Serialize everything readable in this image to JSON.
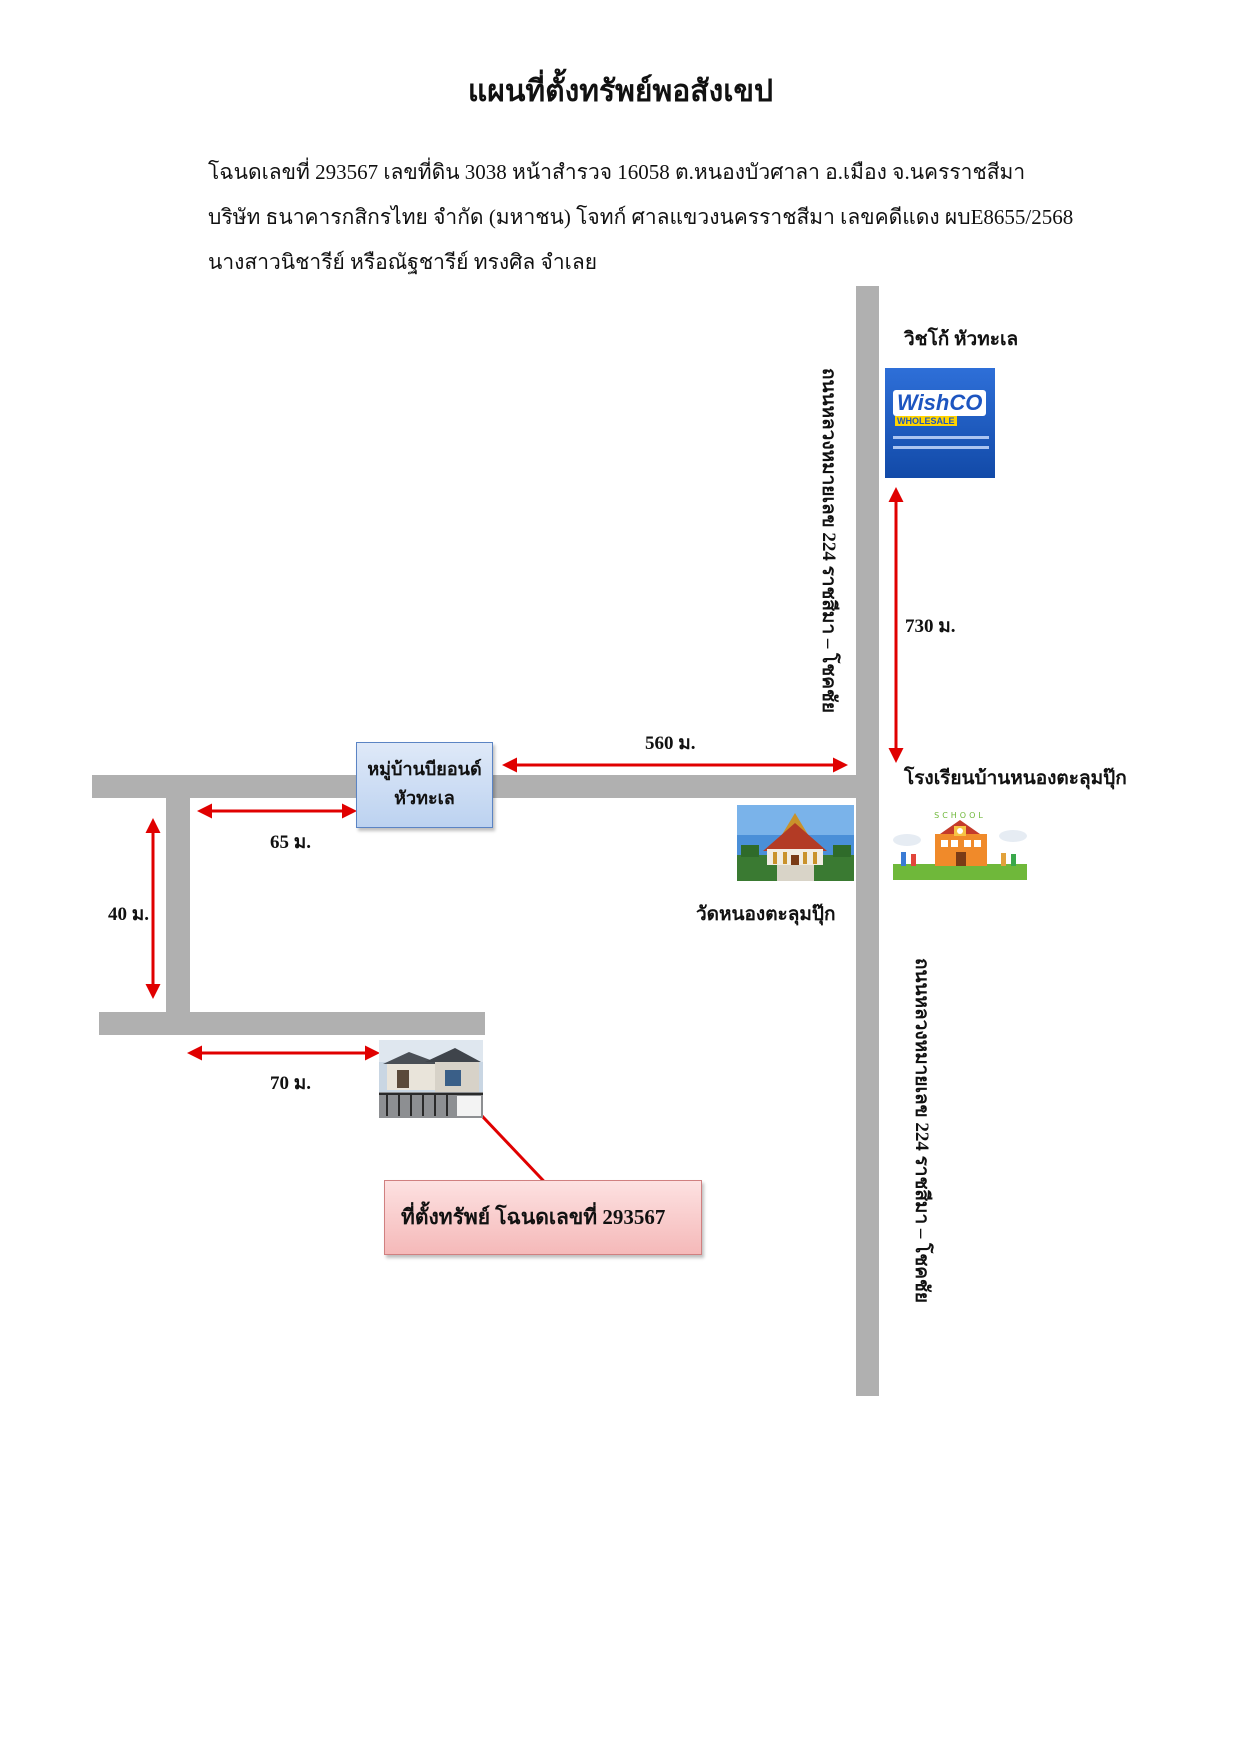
{
  "title": "แผนที่ตั้งทรัพย์พอสังเขป",
  "header_lines": [
    "โฉนดเลขที่ 293567 เลขที่ดิน 3038 หน้าสำรวจ 16058 ต.หนองบัวศาลา อ.เมือง จ.นครราชสีมา",
    "บริษัท ธนาคารกสิกรไทย จำกัด (มหาชน)    โจทก์  ศาลแขวงนครราชสีมา เลขคดีแดง ผบE8655/2568",
    "นางสาวนิชารีย์ หรือณัฐชารีย์ ทรงศิล จำเลย"
  ],
  "landmarks": {
    "wishco": "วิชโก้ หัวทะเล",
    "wishco_logo": "WishCO",
    "wishco_logo_sub": "WHOLESALE",
    "school": "โรงเรียนบ้านหนองตะลุมปุ๊ก",
    "school_sign": "SCHOOL",
    "temple": "วัดหนองตะลุมปุ๊ก",
    "village": [
      "หมู่บ้านบียอนด์",
      "หัวทะเล"
    ]
  },
  "roads": {
    "highway_upper": "ถนนหลวงหมายเลข 224   ราชสีมา – โชคชัย",
    "highway_lower": "ถนนหลวงหมายเลข 224   ราชสีมา – โชคชัย"
  },
  "distances": {
    "main_road": "560 ม.",
    "to_wishco": "730 ม.",
    "soi_entry": "65 ม.",
    "soi_down": "40 ม.",
    "to_property": "70 ม."
  },
  "target_label": "ที่ตั้งทรัพย์ โฉนดเลขที่ 293567",
  "colors": {
    "road": "#b0b0b0",
    "arrow": "#e00000",
    "village_box": "#c7d9f3",
    "target_box": "#f7c6c6"
  }
}
